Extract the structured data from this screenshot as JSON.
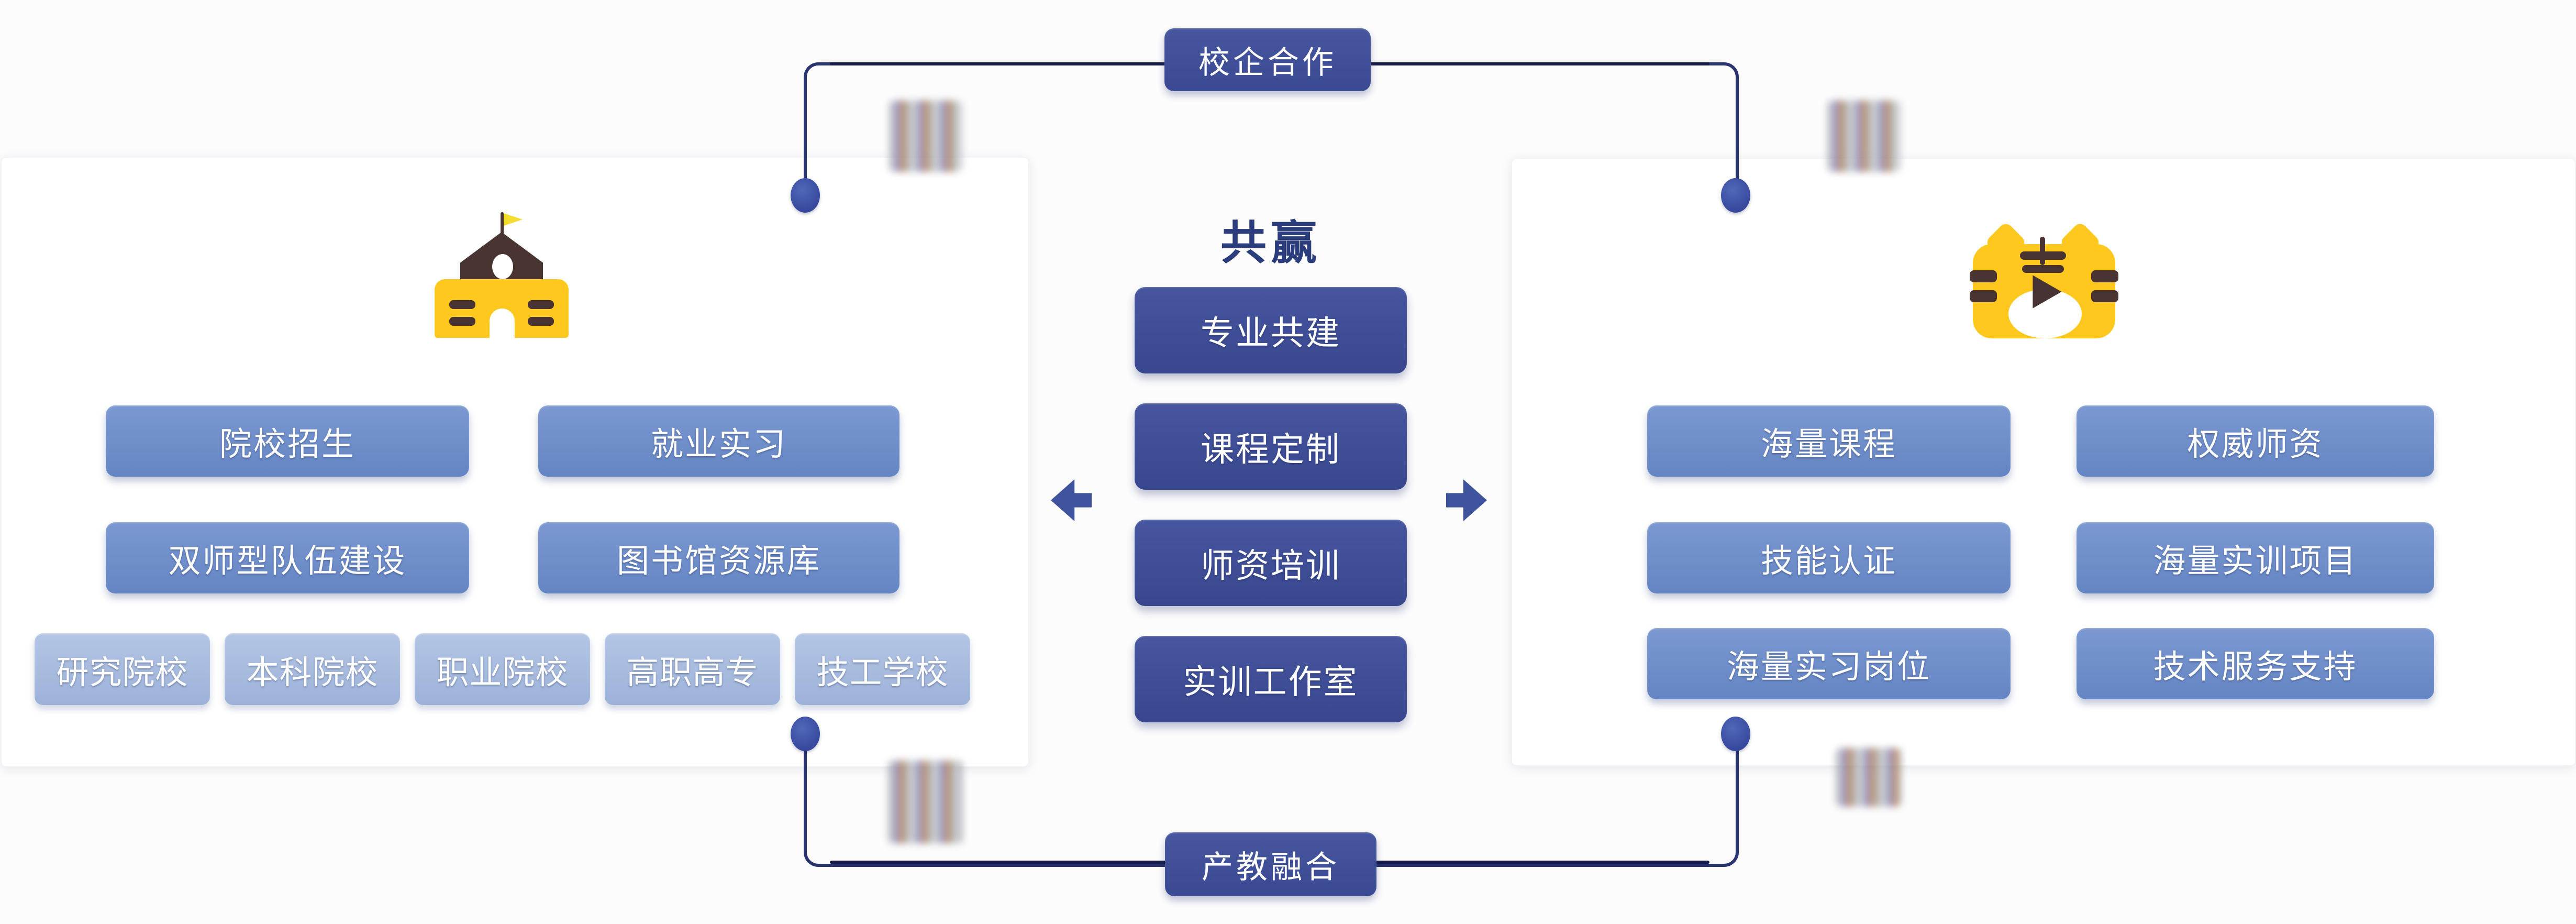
{
  "diagram": {
    "top_badge": "校企合作",
    "bottom_badge": "产教融合",
    "center": {
      "title": "共赢",
      "items": [
        "专业共建",
        "课程定制",
        "师资培训",
        "实训工作室"
      ]
    },
    "left_panel": {
      "icon": "school-building-icon",
      "rows": [
        [
          "院校招生",
          "就业实习"
        ],
        [
          "双师型队伍建设",
          "图书馆资源库"
        ]
      ],
      "school_types": [
        "研究院校",
        "本科院校",
        "职业院校",
        "高职高专",
        "技工学校"
      ]
    },
    "right_panel": {
      "icon": "tiger-video-icon",
      "rows": [
        [
          "海量课程",
          "权威师资"
        ],
        [
          "技能认证",
          "海量实训项目"
        ],
        [
          "海量实习岗位",
          "技术服务支持"
        ]
      ]
    },
    "colors": {
      "dark_navy_pill": "#3c4c94",
      "medium_blue_pill": "#7191cb",
      "light_blue_pill": "#a9bedf",
      "connector_line": "#1b2457",
      "icon_yellow": "#ffc81e",
      "icon_brown": "#4a3431",
      "title_text": "#2c3d7e"
    }
  }
}
